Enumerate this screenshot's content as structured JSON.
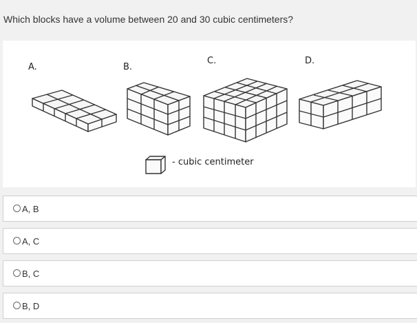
{
  "question": "Which blocks have a volume between 20 and 30 cubic centimeters?",
  "figure": {
    "blocks": [
      {
        "label": "A."
      },
      {
        "label": "B."
      },
      {
        "label": "C."
      },
      {
        "label": "D."
      }
    ],
    "legend": "- cubic centimeter"
  },
  "choices": [
    {
      "label": "A, B"
    },
    {
      "label": "A, C"
    },
    {
      "label": "B, C"
    },
    {
      "label": "B, D"
    }
  ]
}
